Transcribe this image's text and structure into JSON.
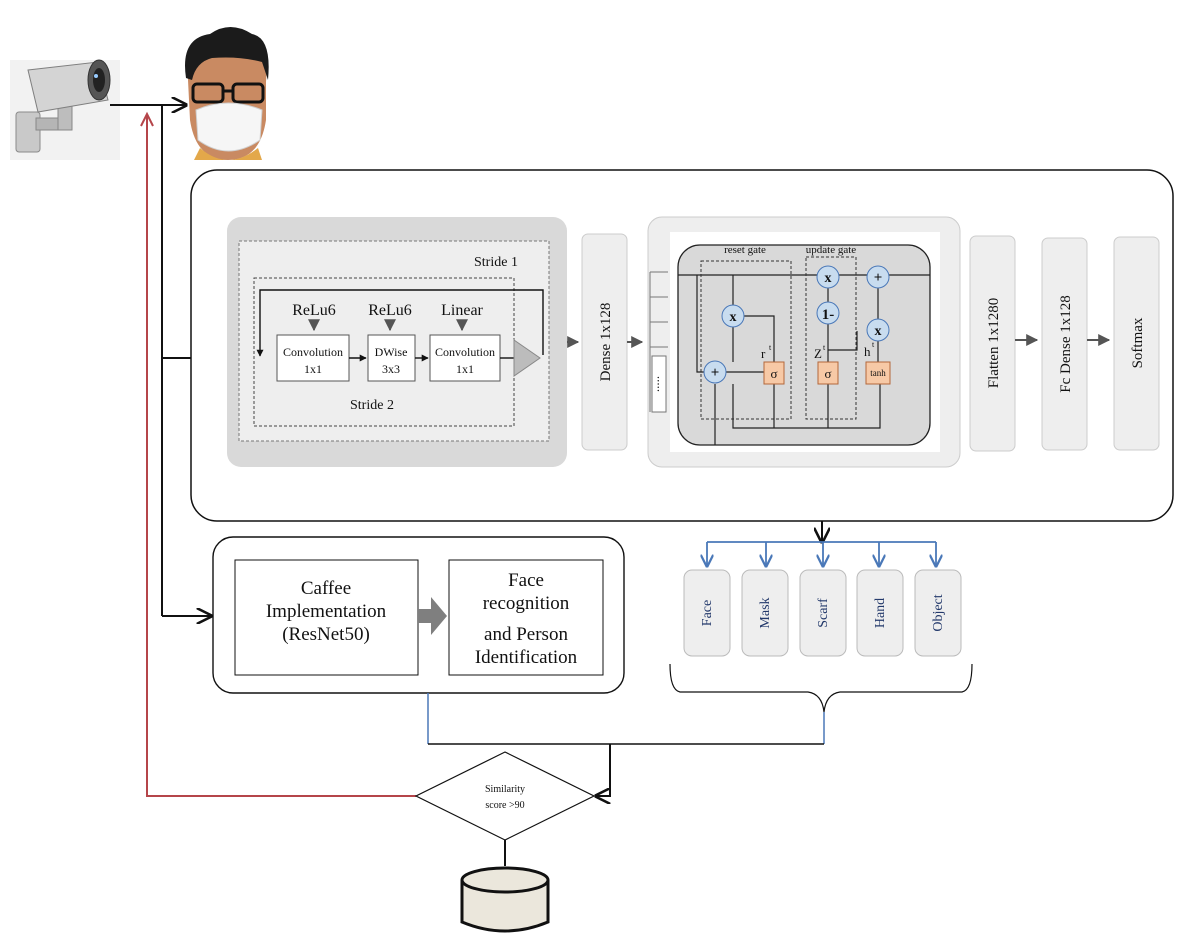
{
  "mobilenet": {
    "stride1": "Stride 1",
    "stride2": "Stride 2",
    "blocks": [
      {
        "activation": "ReLu6",
        "line1": "Convolution",
        "line2": "1x1"
      },
      {
        "activation": "ReLu6",
        "line1": "DWise",
        "line2": "3x3"
      },
      {
        "activation": "Linear",
        "line1": "Convolution",
        "line2": "1x1"
      }
    ]
  },
  "dense": "Dense 1x128",
  "gru": {
    "reset_gate": "reset gate",
    "update_gate": "update gate",
    "r_label": "r",
    "r_sup": "t",
    "z_label": "Z",
    "z_sup": "t",
    "h_label": "h",
    "h_sup": "t",
    "times": "x",
    "plus": "+",
    "one_minus": "1-",
    "sigma": "σ",
    "tanh": "tanh",
    "ellipsis": "....."
  },
  "flatten": "Flatten 1x1280",
  "fc_dense": "Fc Dense 1x128",
  "softmax": "Softmax",
  "classes": [
    "Face",
    "Mask",
    "Scarf",
    "Hand",
    "Object"
  ],
  "recognition": {
    "caffe": [
      "Caffee",
      "Implementation",
      "(ResNet50)"
    ],
    "face": [
      "Face",
      "recognition",
      "and Person",
      "Identification"
    ]
  },
  "decision": [
    "Similarity",
    "score >90"
  ],
  "colors": {
    "feedback_line": "#b5454a",
    "blue_arrow": "#4a78b8",
    "class_text": "#23396b",
    "panel_gray": "#d9d9d9",
    "light_gray": "#eeeeee",
    "sigma_box": "#f7c9a6",
    "node_fill": "#c8dcef"
  }
}
